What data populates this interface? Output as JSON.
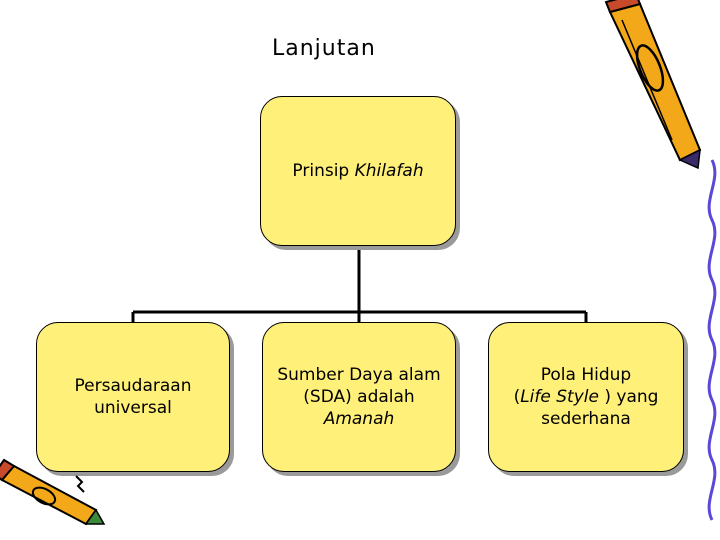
{
  "title": "Lanjutan",
  "root": {
    "text": "Prinsip ",
    "italic": "Khilafah"
  },
  "children": [
    {
      "line1": "Persaudaraan",
      "line2": "universal"
    },
    {
      "line1": "Sumber Daya alam",
      "line2": "(SDA) adalah",
      "italic": "Amanah"
    },
    {
      "line1": "Pola Hidup",
      "open": "(",
      "italic": "Life Style",
      "close": " ) yang",
      "line3": "sederhana"
    }
  ],
  "colors": {
    "box_fill": "#fff07a",
    "shadow": "#9a9a9a",
    "pencil": "#f2a818",
    "squiggle": "#5a48d8"
  },
  "icons": [
    "pencil-icon",
    "pencil-icon-small"
  ]
}
